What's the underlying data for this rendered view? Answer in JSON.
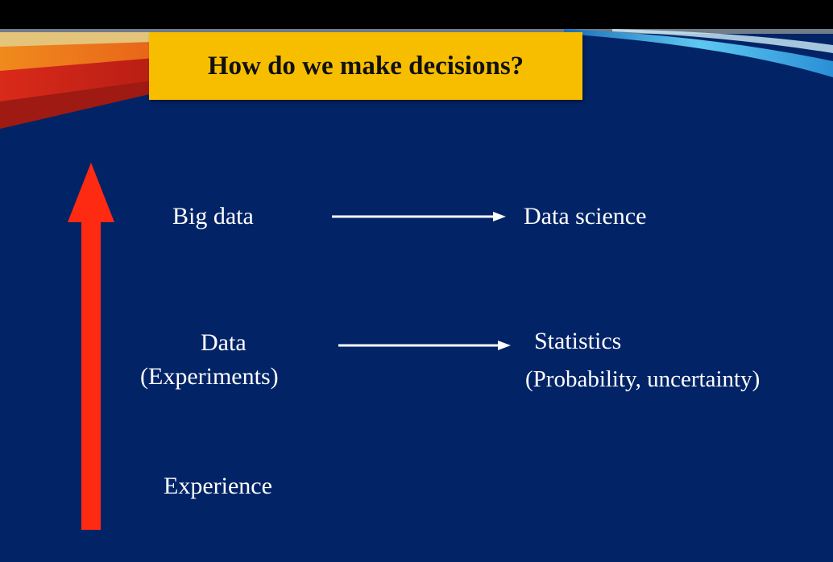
{
  "slide": {
    "title": "How do we make decisions?",
    "rows": [
      {
        "left": "Big data",
        "right": "Data science"
      },
      {
        "left_line1": "Data",
        "left_line2": "(Experiments)",
        "right_line1": "Statistics",
        "right_line2": "(Probability, uncertainty)"
      },
      {
        "left": "Experience"
      }
    ]
  },
  "colors": {
    "background": "#022467",
    "title_box": "#F7BE00",
    "up_arrow": "#FF2A12",
    "text": "#FFFFFF",
    "top_bar": "#000000"
  },
  "icons": {
    "up_arrow": "red-up-arrow-icon",
    "right_arrow": "white-right-arrow-icon"
  }
}
